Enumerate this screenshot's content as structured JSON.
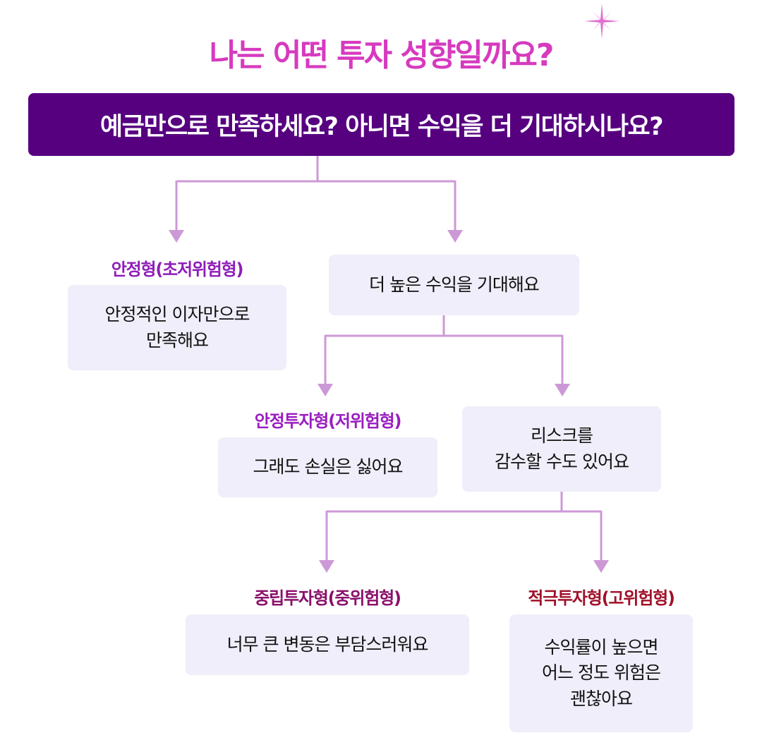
{
  "title": "나는 어떤 투자 성향일까요?",
  "question": "예금만으로 만족하세요? 아니면 수익을 더 기대하시나요?",
  "nodes": {
    "stable": {
      "label": "안정형(초저위험형)",
      "text": "안정적인 이자만으로\n만족해요",
      "color": "#8E1DB8"
    },
    "more_return": {
      "text": "더 높은 수익을 기대해요"
    },
    "stable_invest": {
      "label": "안정투자형(저위험형)",
      "text": "그래도 손실은 싫어요",
      "color": "#9A1DBF"
    },
    "take_risk": {
      "text": "리스크를\n감수할 수도 있어요"
    },
    "neutral": {
      "label": "중립투자형(중위험형)",
      "text": "너무 큰 변동은 부담스러워요",
      "color": "#8A0F6A"
    },
    "aggressive": {
      "label": "적극투자형(고위험형)",
      "text": "수익률이 높으면\n어느 정도 위험은\n괜찮아요",
      "color": "#A0102A"
    }
  },
  "colors": {
    "title": "#D63ABF",
    "header_bg": "#560080",
    "connector": "#CC99D6",
    "box_bg": "#EFEEFA"
  }
}
